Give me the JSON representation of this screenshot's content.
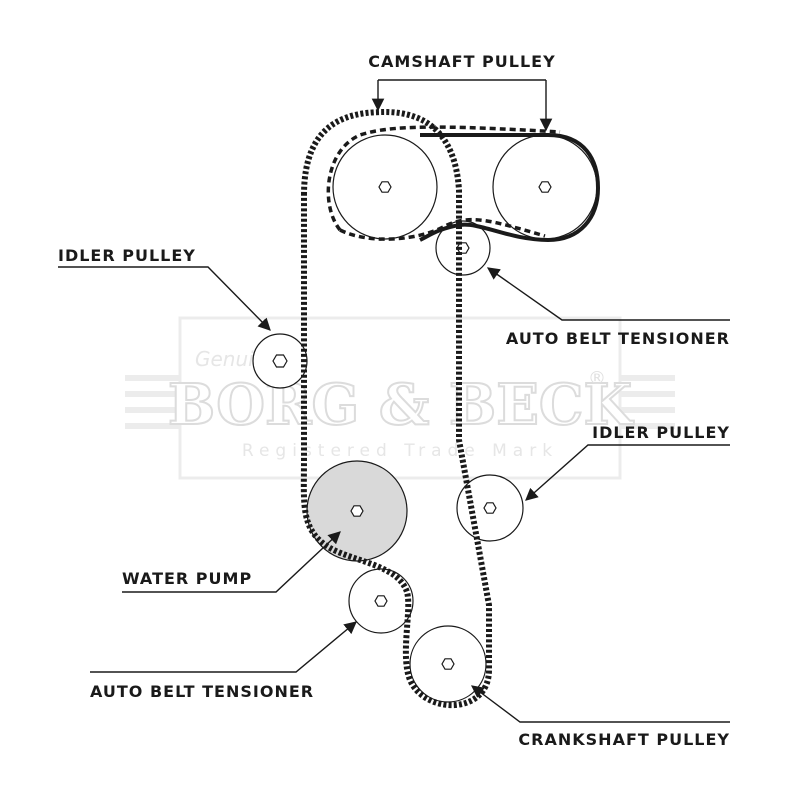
{
  "colors": {
    "ink": "#1a1a1a",
    "pump_fill": "#d9d9d9",
    "watermark": "#e6e6e6"
  },
  "labels": {
    "camshaft_pulley": "CAMSHAFT PULLEY",
    "idler_pulley_left": "IDLER PULLEY",
    "auto_belt_tensioner_top": "AUTO BELT TENSIONER",
    "idler_pulley_right": "IDLER PULLEY",
    "water_pump": "WATER PUMP",
    "auto_belt_tensioner_bottom": "AUTO BELT TENSIONER",
    "crankshaft_pulley": "CRANKSHAFT PULLEY"
  },
  "watermark": {
    "brand": "BORG & BECK",
    "script": "Genuine",
    "registered": "®",
    "subtitle": "Registered Trade Mark"
  }
}
